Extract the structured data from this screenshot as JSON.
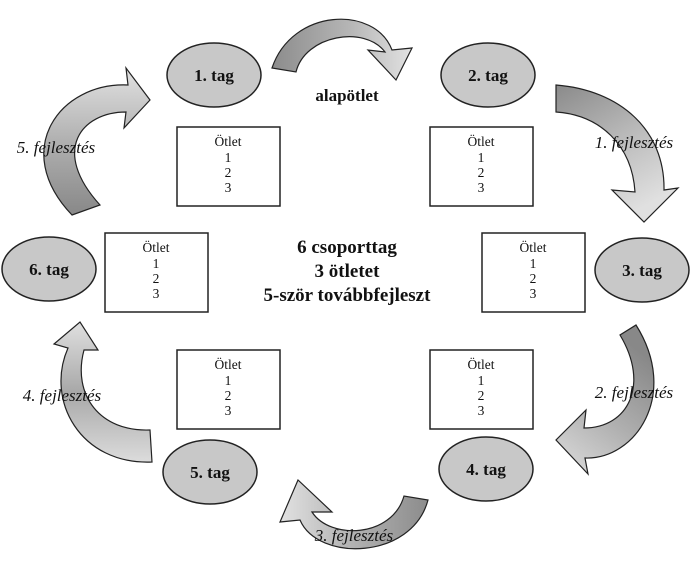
{
  "diagram": {
    "members": [
      "1. tag",
      "2. tag",
      "3. tag",
      "4. tag",
      "5. tag",
      "6. tag"
    ],
    "card": {
      "title": "Ötlet",
      "items": [
        "1",
        "2",
        "3"
      ]
    },
    "steps": [
      "alapötlet",
      "1. fejlesztés",
      "2. fejlesztés",
      "3. fejlesztés",
      "4. fejlesztés",
      "5. fejlesztés"
    ],
    "center": [
      "6 csoporttag",
      "3 ötletet",
      "5-ször továbbfejleszt"
    ],
    "colors": {
      "member_fill": "#c8c8c8",
      "arrow_dark": "#8c8c8c",
      "arrow_light": "#dedede",
      "stroke": "#222222"
    }
  }
}
